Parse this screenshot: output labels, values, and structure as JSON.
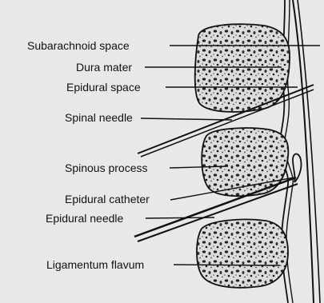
{
  "diagram": {
    "labels": {
      "subarachnoid_space": "Subarachnoid space",
      "dura_mater": "Dura mater",
      "epidural_space": "Epidural space",
      "spinal_needle": "Spinal needle",
      "spinous_process": "Spinous process",
      "epidural_catheter": "Epidural catheter",
      "epidural_needle": "Epidural needle",
      "ligamentum_flavum": "Ligamentum flavum"
    },
    "colors": {
      "background": "#e9e9e9",
      "bone": "#e2e2e2",
      "ink": "#111111"
    }
  }
}
